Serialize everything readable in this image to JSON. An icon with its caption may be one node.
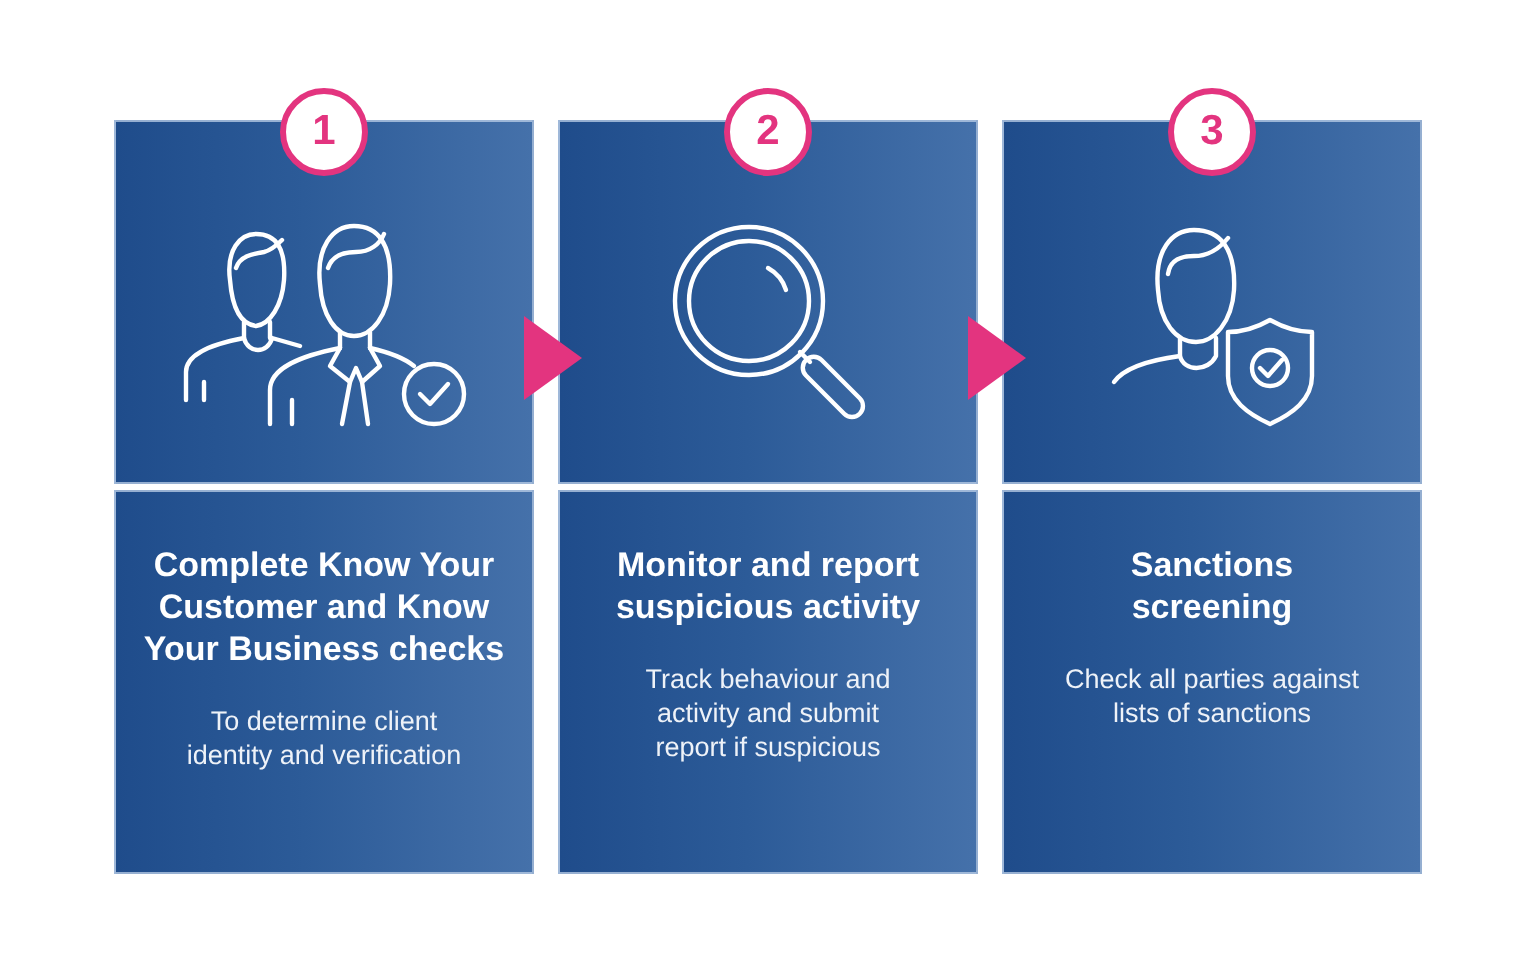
{
  "diagram": {
    "nodes": [
      {
        "text": [
          "1"
        ]
      },
      {
        "text": [],
        "shape": "box"
      },
      {
        "text": [
          "Complete Know Your Customer and Know Your Business checks",
          "To determine client identity and verification"
        ]
      },
      {
        "text": [
          "2"
        ]
      },
      {
        "text": [],
        "shape": "box"
      },
      {
        "text": [
          "Monitor and report suspicious activity",
          "Track behaviour and activity and submit report if suspicious"
        ]
      },
      {
        "text": [
          "3"
        ]
      },
      {
        "text": [],
        "shape": "box"
      },
      {
        "text": [
          "Sanctions screening",
          "Check all parties against lists of sanctions"
        ]
      }
    ],
    "edges": [
      {
        "from": 1,
        "to": 4,
        "arrow": "to"
      },
      {
        "from": 4,
        "to": 7,
        "arrow": "to"
      }
    ]
  }
}
